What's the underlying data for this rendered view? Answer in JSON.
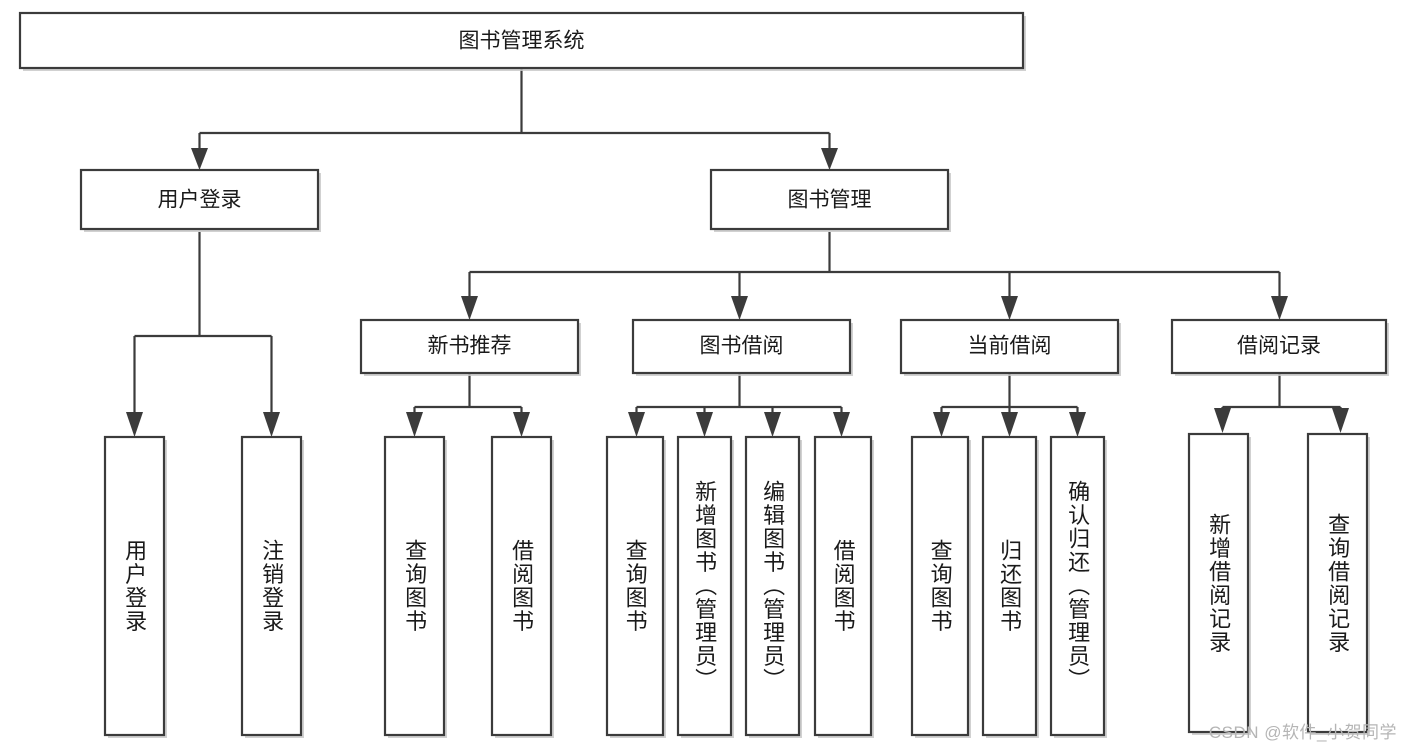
{
  "diagram": {
    "title": "图书管理系统",
    "type": "tree-hierarchy",
    "watermark": "CSDN @软件_小贺同学",
    "colors": {
      "box_stroke": "#3b3b3b",
      "box_fill": "#ffffff",
      "connector": "#3b3b3b",
      "text": "#1a1a1a",
      "watermark": "#b5b5b5",
      "background": "#ffffff"
    },
    "levels": {
      "root": {
        "label": "图书管理系统",
        "orientation": "horizontal"
      },
      "level2": [
        {
          "label": "用户登录",
          "orientation": "horizontal"
        },
        {
          "label": "图书管理",
          "orientation": "horizontal"
        }
      ],
      "level3": [
        {
          "label": "新书推荐",
          "orientation": "horizontal",
          "parent": "图书管理"
        },
        {
          "label": "图书借阅",
          "orientation": "horizontal",
          "parent": "图书管理"
        },
        {
          "label": "当前借阅",
          "orientation": "horizontal",
          "parent": "图书管理"
        },
        {
          "label": "借阅记录",
          "orientation": "horizontal",
          "parent": "图书管理"
        }
      ],
      "leaves": [
        {
          "label": "用户登录",
          "orientation": "vertical",
          "parent": "用户登录"
        },
        {
          "label": "注销登录",
          "orientation": "vertical",
          "parent": "用户登录"
        },
        {
          "label": "查询图书",
          "orientation": "vertical",
          "parent": "新书推荐"
        },
        {
          "label": "借阅图书",
          "orientation": "vertical",
          "parent": "新书推荐"
        },
        {
          "label": "查询图书",
          "orientation": "vertical",
          "parent": "图书借阅"
        },
        {
          "label": "新增图书（管理员）",
          "orientation": "vertical",
          "parent": "图书借阅"
        },
        {
          "label": "编辑图书（管理员）",
          "orientation": "vertical",
          "parent": "图书借阅"
        },
        {
          "label": "借阅图书",
          "orientation": "vertical",
          "parent": "图书借阅"
        },
        {
          "label": "查询图书",
          "orientation": "vertical",
          "parent": "当前借阅"
        },
        {
          "label": "归还图书",
          "orientation": "vertical",
          "parent": "当前借阅"
        },
        {
          "label": "确认归还（管理员）",
          "orientation": "vertical",
          "parent": "当前借阅"
        },
        {
          "label": "新增借阅记录",
          "orientation": "vertical",
          "parent": "借阅记录"
        },
        {
          "label": "查询借阅记录",
          "orientation": "vertical",
          "parent": "借阅记录"
        }
      ]
    }
  }
}
